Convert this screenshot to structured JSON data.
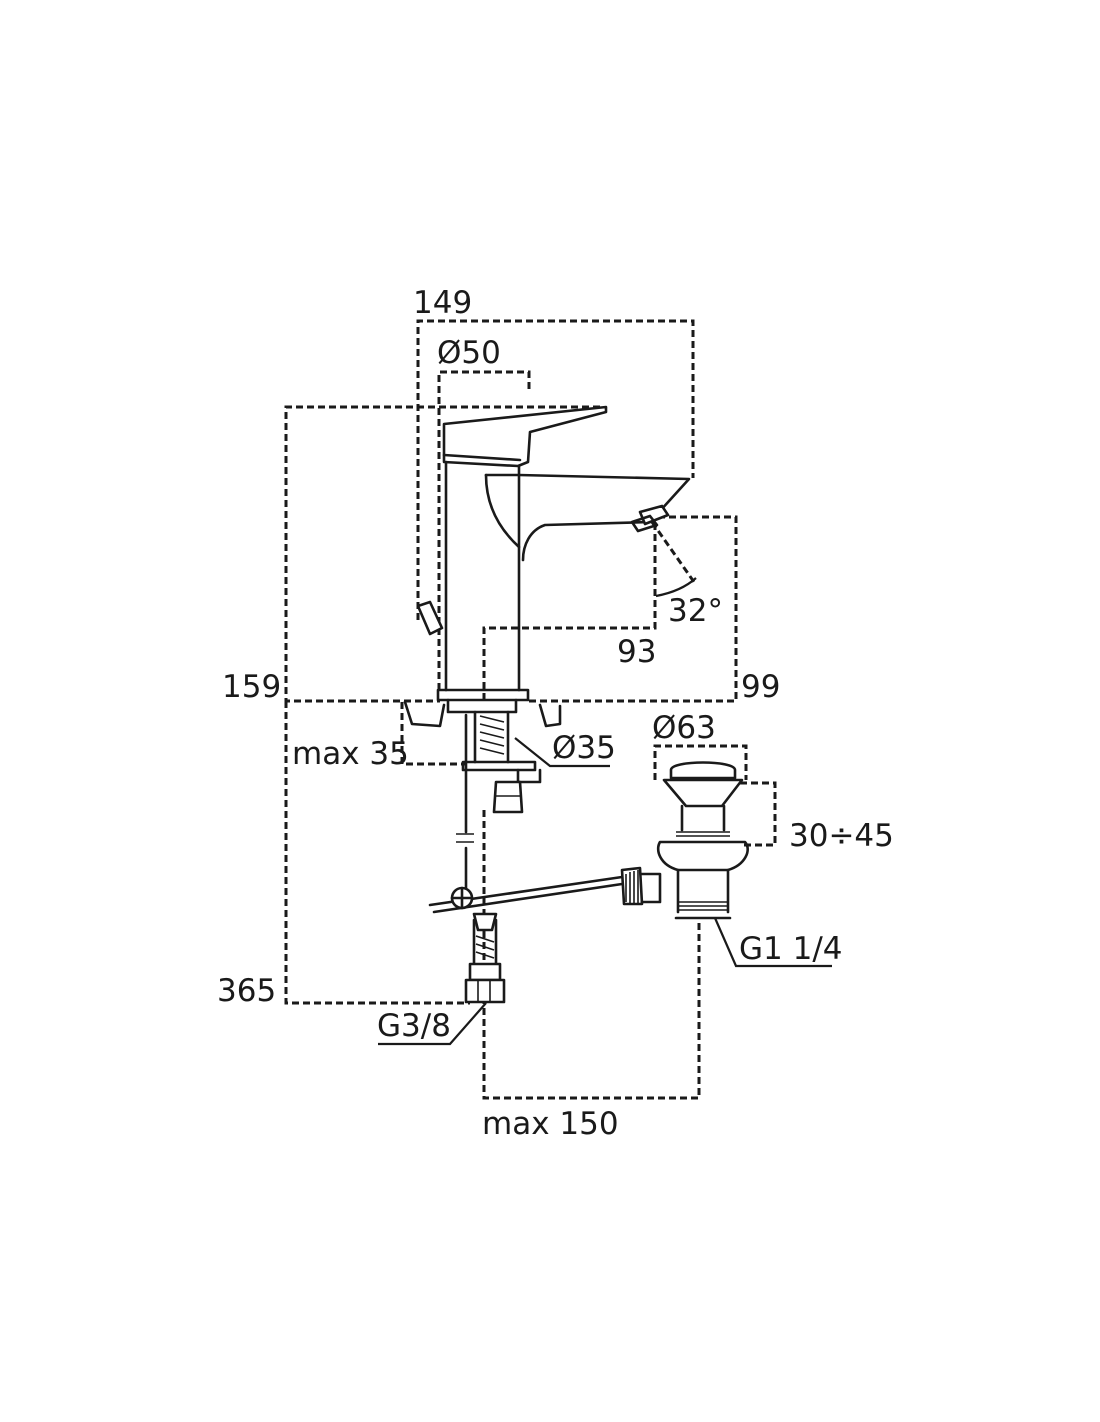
{
  "dimensions": {
    "width_overall": "149",
    "body_diameter": "Ø50",
    "height_total": "159",
    "spout_height": "99",
    "spout_reach": "93",
    "spray_angle": "32°",
    "deck_thickness": "max 35",
    "shank_diameter": "Ø35",
    "waste_diameter": "Ø63",
    "waste_height": "30÷45",
    "waste_thread": "G1 1/4",
    "hose_length": "365",
    "hose_thread": "G3/8",
    "pull_rod_reach": "max 150"
  }
}
